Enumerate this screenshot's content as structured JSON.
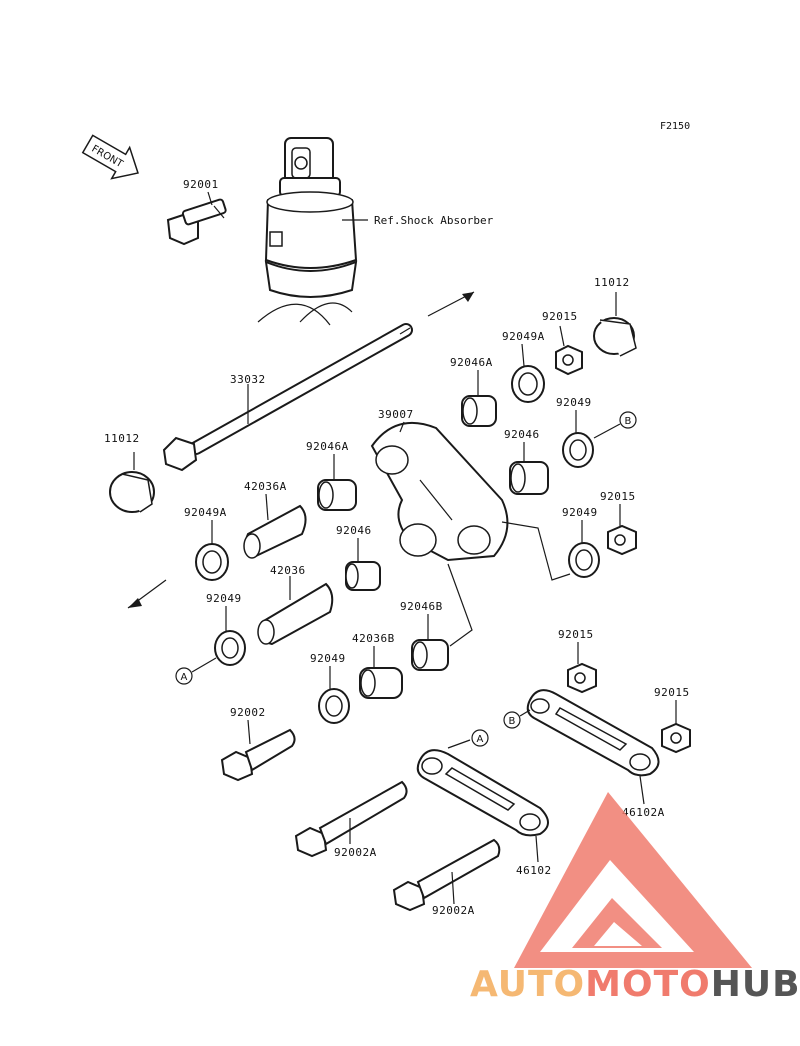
{
  "figure_code": "F2150",
  "front_marker": "FRONT",
  "reference_note": "Ref.Shock Absorber",
  "parts": {
    "p92001": "92001",
    "p33032": "33032",
    "p11012_top": "11012",
    "p11012_left": "11012",
    "p92015_a": "92015",
    "p92015_b": "92015",
    "p92015_c": "92015",
    "p92015_d": "92015",
    "p92049A_top": "92049A",
    "p92049A_left": "92049A",
    "p92046A_top": "92046A",
    "p92046A_mid": "92046A",
    "p39007": "39007",
    "p92049_a": "92049",
    "p92049_b": "92049",
    "p92049_c": "92049",
    "p92049_d": "92049",
    "p92046_a": "92046",
    "p92046_b": "92046",
    "p42036A": "42036A",
    "p42036": "42036",
    "p42036B": "42036B",
    "p92046B": "92046B",
    "p92002": "92002",
    "p92002A_a": "92002A",
    "p92002A_b": "92002A",
    "p46102A": "46102A",
    "p46102": "46102"
  },
  "refs": {
    "A1": "A",
    "A2": "A",
    "B1": "B",
    "B2": "B"
  },
  "watermark": {
    "part1": "AUTO",
    "part2": "MOTO",
    "part3": "HUB",
    "color1": "#f5b873",
    "color2": "#f07b6d",
    "color3": "#555555"
  }
}
